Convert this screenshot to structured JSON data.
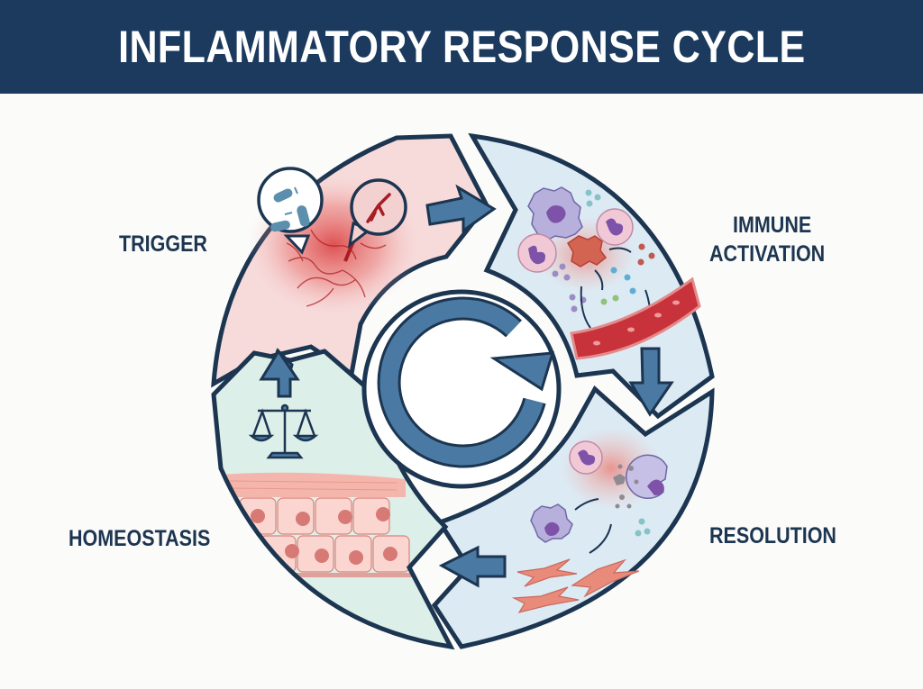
{
  "title": "INFLAMMATORY RESPONSE CYCLE",
  "colors": {
    "header_bg": "#1b3a5e",
    "outline": "#1c3550",
    "arrow": "#4a7aa3",
    "trigger_fill": "#f7dada",
    "immune_fill": "#dceaf4",
    "resolution_fill": "#dceaf4",
    "homeostasis_fill": "#dcefe9",
    "inflammation_red": "#d23a3a"
  },
  "stages": [
    {
      "id": "trigger",
      "label": "TRIGGER",
      "icons": [
        "bacteria-icon",
        "wound-icon",
        "inflamed-tissue-icon"
      ]
    },
    {
      "id": "immune-activation",
      "label_line1": "IMMUNE",
      "label_line2": "ACTIVATION",
      "icons": [
        "macrophage-icon",
        "neutrophil-icon",
        "blood-vessel-icon",
        "cytokine-icon"
      ]
    },
    {
      "id": "resolution",
      "label": "RESOLUTION",
      "icons": [
        "neutrophil-icon",
        "macrophage-icon",
        "debris-icon",
        "fibroblast-icon"
      ]
    },
    {
      "id": "homeostasis",
      "label": "HOMEOSTASIS",
      "icons": [
        "balance-scale-icon",
        "epithelial-cells-icon"
      ]
    }
  ],
  "center_icon": "cycle-arrow-icon"
}
